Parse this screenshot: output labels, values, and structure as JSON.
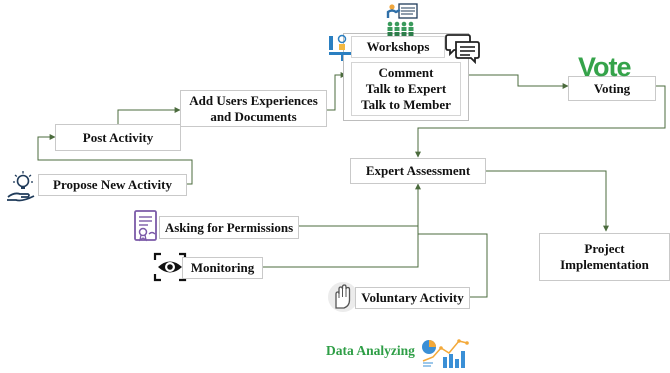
{
  "diagram": {
    "nodes": {
      "propose": "Propose New Activity",
      "post": "Post Activity",
      "add_users": [
        "Add Users Experiences",
        "and Documents"
      ],
      "workshops": "Workshops",
      "comment": [
        "Comment",
        "Talk to Expert",
        "Talk to Member"
      ],
      "voting": "Voting",
      "expert": "Expert Assessment",
      "permissions": "Asking for Permissions",
      "monitoring": "Monitoring",
      "voluntary": "Voluntary Activity",
      "project": [
        "Project",
        "Implementation"
      ],
      "data": "Data Analyzing"
    },
    "vote_logo": "Vote",
    "colors": {
      "connector": "#4b6b3d",
      "box_border": "#c9c9c9",
      "vote_green": "#35a34a",
      "data_green": "#2e9e46"
    }
  }
}
